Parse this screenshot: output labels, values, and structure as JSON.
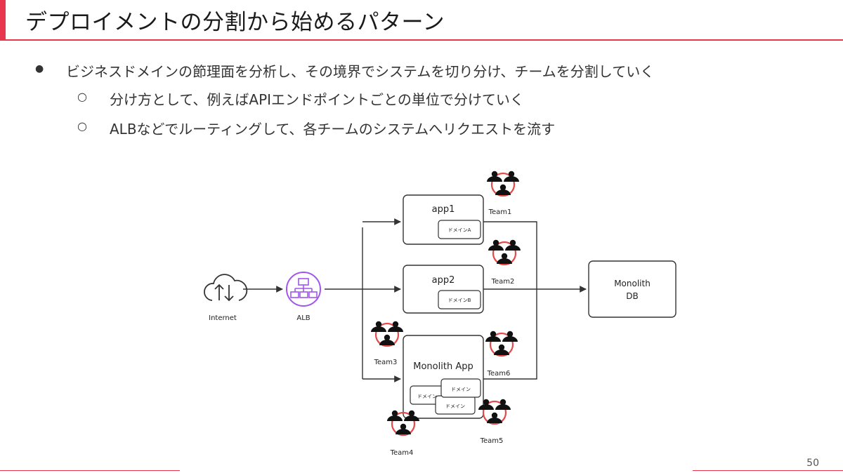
{
  "slide": {
    "title": "デプロイメントの分割から始めるパターン",
    "page_number": "50",
    "accent_color": "#e8364f",
    "rule_color": "#e8364f"
  },
  "bullets": [
    {
      "level": 1,
      "marker": "●",
      "text": "ビジネスドメインの節理面を分析し、その境界でシステムを切り分け、チームを分割していく"
    },
    {
      "level": 2,
      "marker": "○",
      "text": "分け方として、例えばAPIエンドポイントごとの単位で分けていく"
    },
    {
      "level": 2,
      "marker": "○",
      "text": "ALBなどでルーティングして、各チームのシステムへリクエストを流す"
    }
  ],
  "diagram": {
    "internet": {
      "label": "Internet",
      "icon": "cloud-upload-download-icon"
    },
    "alb": {
      "label": "ALB",
      "icon": "load-balancer-icon",
      "color": "#a155ec"
    },
    "app1": {
      "title": "app1",
      "domain": "ドメインA"
    },
    "app2": {
      "title": "app2",
      "domain": "ドメインB"
    },
    "monolith_app": {
      "title": "Monolith App",
      "domains": [
        "ドメイン",
        "ドメイン",
        "ドメイン"
      ]
    },
    "monolith_db": {
      "line1": "Monolith",
      "line2": "DB"
    },
    "teams": [
      "Team1",
      "Team2",
      "Team3",
      "Team4",
      "Team5",
      "Team6"
    ],
    "team_ring_color": "#e34a4a"
  }
}
